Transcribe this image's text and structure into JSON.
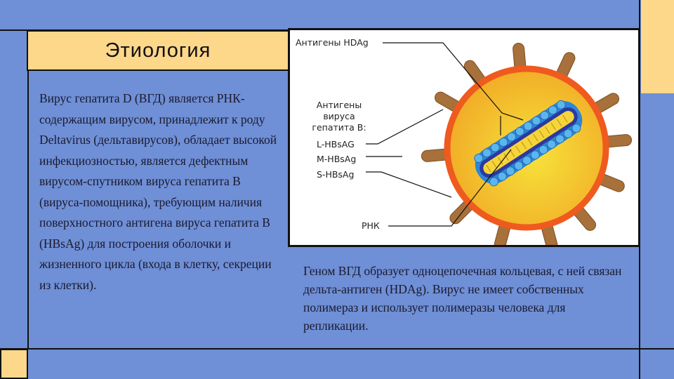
{
  "slide": {
    "title": "Этиология",
    "body": "Вирус гепатита D (ВГД) является РНК-содержащим вирусом, принадлежит к роду Deltavirus (дельтавирусов), обладает высокой инфекциозностью, является дефектным вирусом-спутником вируса гепатита В (вируса-помощника), требующим наличия поверхностного антигена вируса гепатита В (HBsAg) для построения оболочки и жизненного цикла (входа в клетку, секреции из клетки).",
    "caption": "Геном ВГД образует одноцепочечная кольцевая, с ней связан дельта-антиген (HDAg). Вирус не имеет собственных полимераз и использует полимеразы человека для репликации."
  },
  "figure": {
    "label_hdag": "Антигены HDAg",
    "label_hbv_1": "Антигены",
    "label_hbv_2": "вируса",
    "label_hbv_3": "гепатита В:",
    "label_l": "L-HBsAG",
    "label_m": "M-HBsAg",
    "label_s": "S-HBsAg",
    "label_rna": "РНК"
  },
  "colors": {
    "background": "#6f8fd6",
    "accent": "#fdd78a"
  }
}
